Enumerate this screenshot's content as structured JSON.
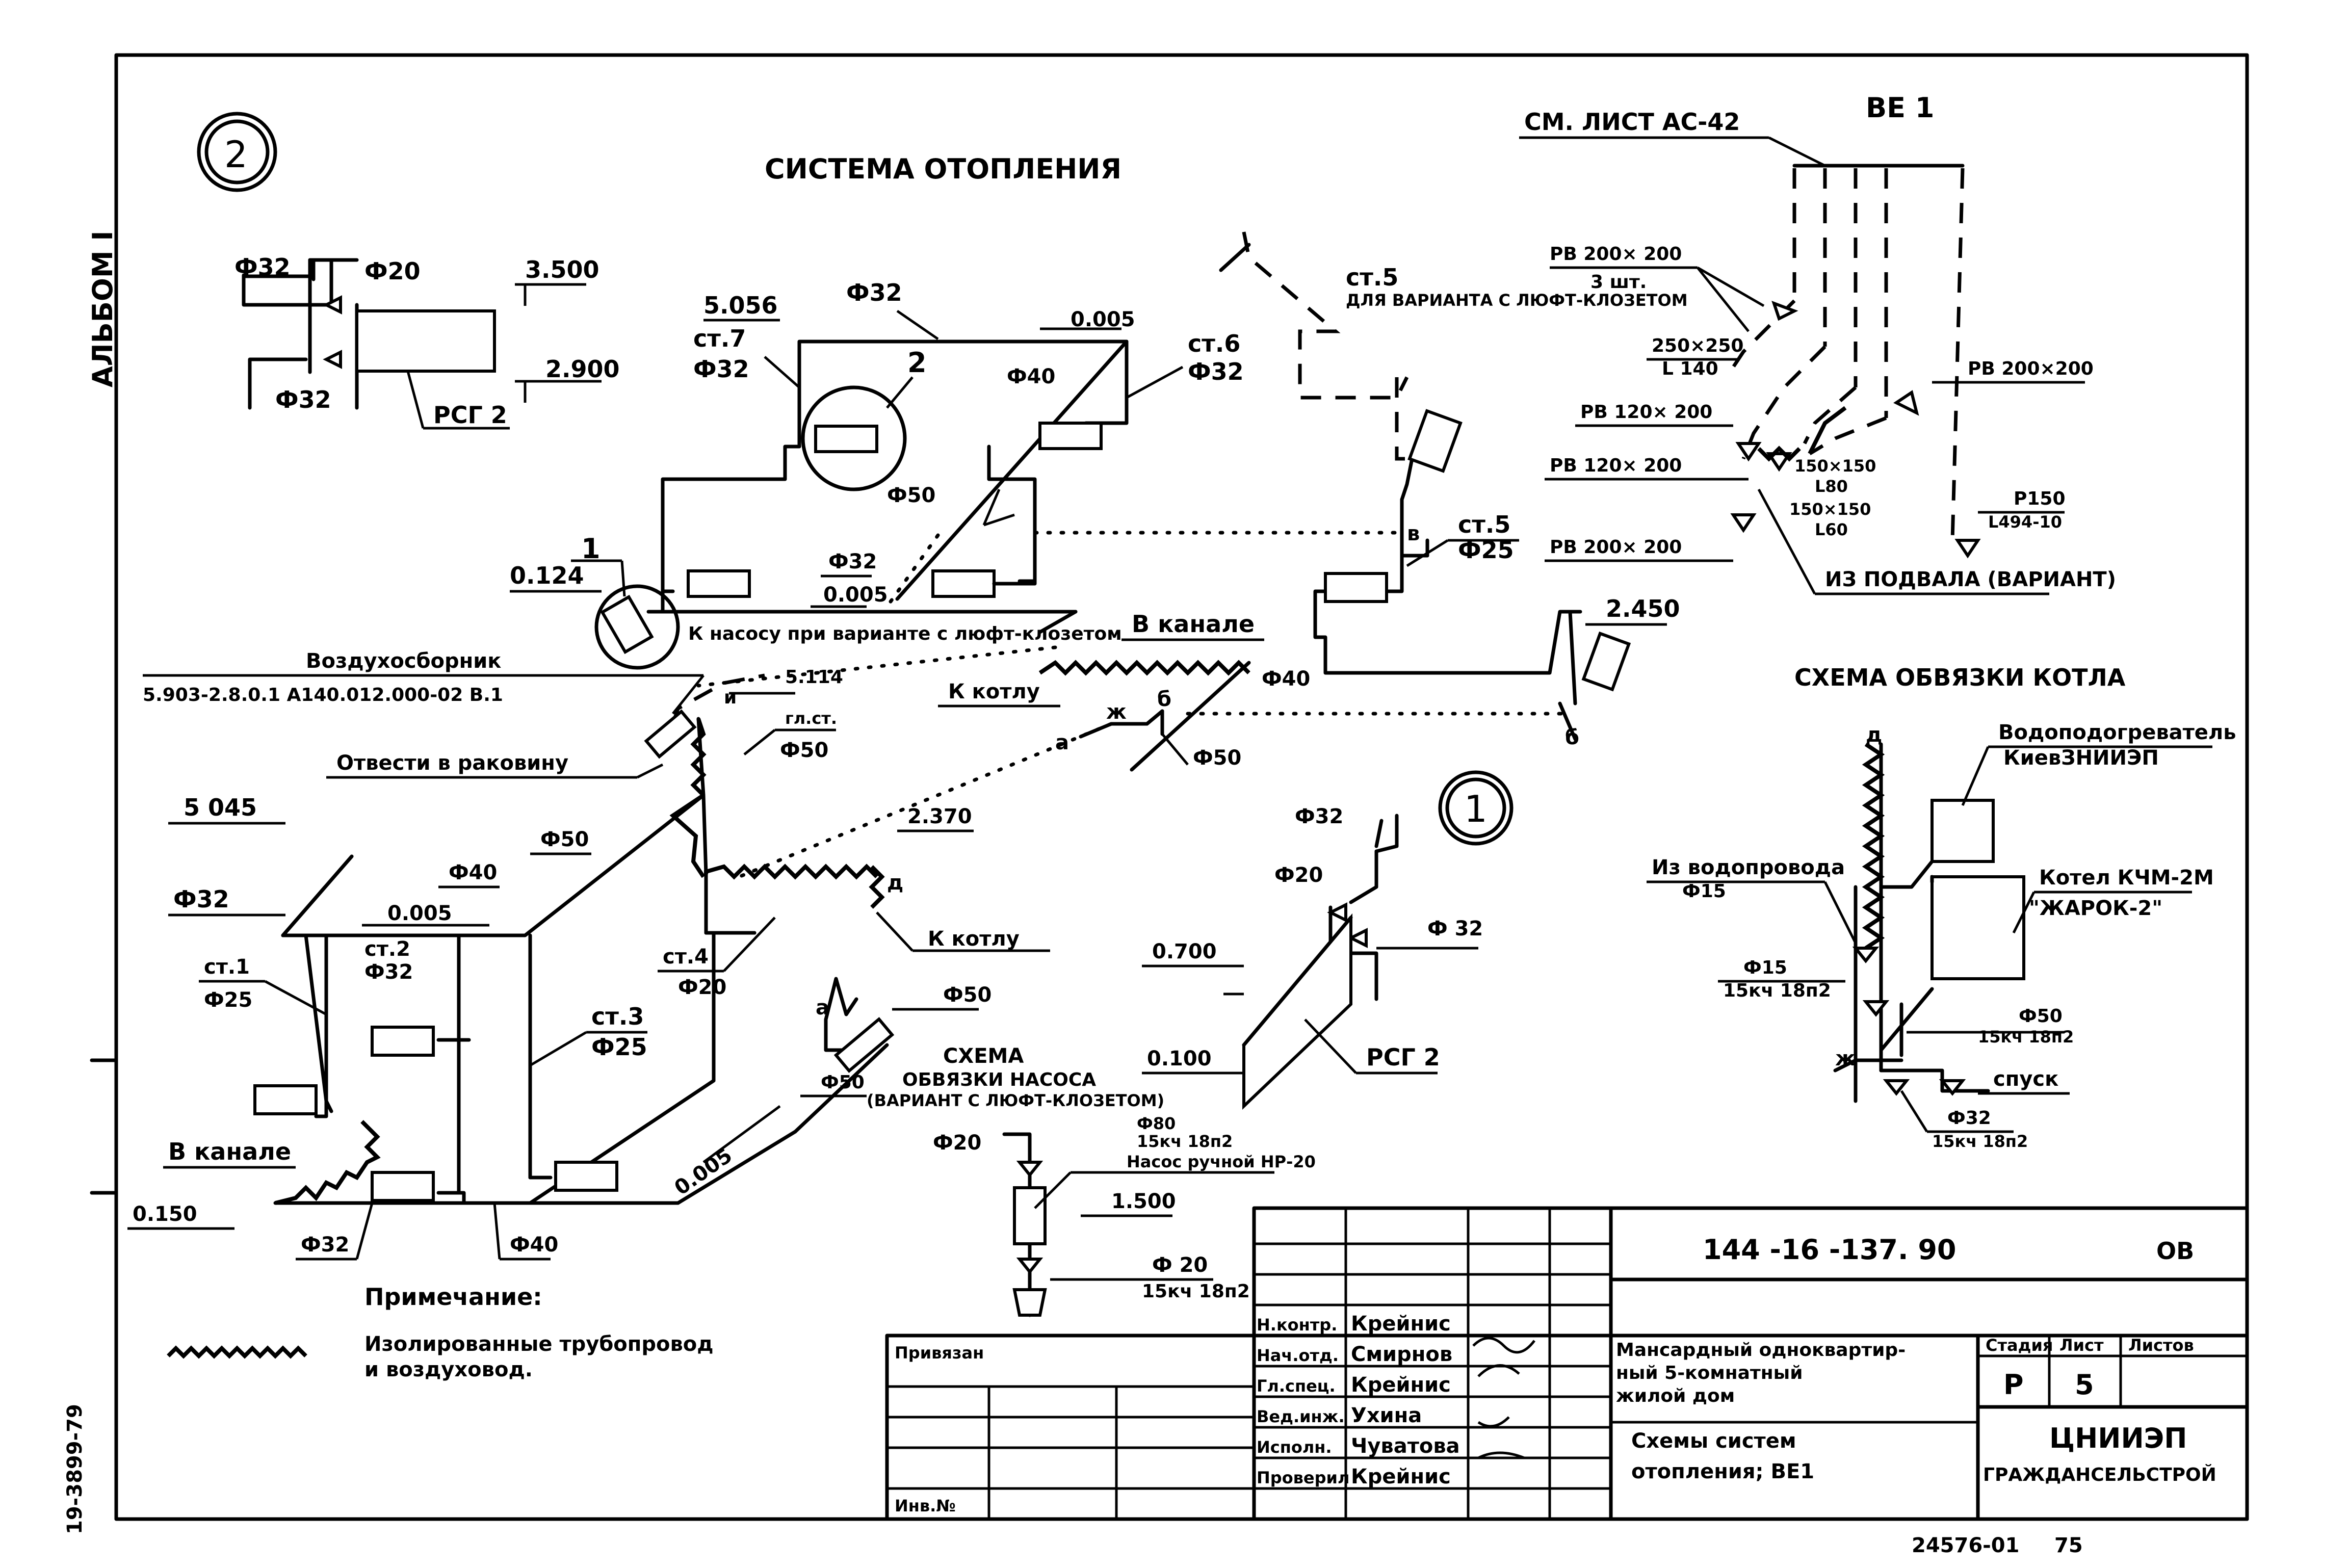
{
  "sheet_number": "2",
  "system_number": "1",
  "side_labels": {
    "album": "АЛЬБОМ I",
    "code": "19-3899-79"
  },
  "titles": {
    "heating": "СИСТЕМА ОТОПЛЕНИЯ",
    "ventilation": "ВЕ 1",
    "boiler_scheme": "СХЕМА ОБВЯЗКИ КОТЛА",
    "pump_scheme": "СХЕМА ОБВЯЗКИ НАСОСА (ВАРИАНТ С ЛЮФТ-КЛОЗЕТОМ)"
  },
  "labels": {
    "d32_a": "Ф32",
    "d20_a": "Ф20",
    "d32_b": "Ф32",
    "elev_3500": "3.500",
    "elev_2900": "2.900",
    "rsg2_a": "РСГ 2",
    "elev_5056": "5.056",
    "d32_top": "Ф32",
    "slope_top": "0.005",
    "st7": "ст.7",
    "st7_d": "Ф32",
    "node2": "2",
    "st6": "ст.6",
    "st6_d": "Ф32",
    "d40_top": "Ф40",
    "d50_mid": "Ф50",
    "node1": "1",
    "elev_0124": "0.124",
    "d32_mid": "Ф32",
    "slope_mid": "0.005",
    "to_pump": "К насосу при варианте с люфт-клозетом",
    "in_channel_top": "В канале",
    "d40_r": "Ф40",
    "to_boiler_a": "К котлу",
    "d50_r": "Ф50",
    "elev_5114": "5.114",
    "air_collector": "Воздухосборник",
    "air_collector_ref": "5.903-2.8.0.1  А140.012.000-02 В.1",
    "gl_st": "гл.ст.",
    "d50_gl": "Ф50",
    "to_sink": "Отвести в раковину",
    "elev_5045": "5 045",
    "d50_c": "Ф50",
    "d40_c": "Ф40",
    "slope_c": "0.005",
    "d32_l": "Ф32",
    "st2": "ст.2",
    "st2_d": "Ф32",
    "st1": "ст.1",
    "st1_d": "Ф25",
    "st3": "ст.3",
    "st3_d": "Ф25",
    "st4": "ст.4",
    "st4_d": "Ф20",
    "elev_2370": "2.370",
    "to_boiler_b": "К котлу",
    "d50_pump": "Ф50",
    "d50_pump_b": "Ф50",
    "slope_low": "0.005",
    "in_channel_low": "В канале",
    "elev_0150": "0.150",
    "d32_bottom": "Ф32",
    "d40_bottom": "Ф40",
    "st5_var": "ст.5",
    "st5_var_note": "ДЛЯ ВАРИАНТА С ЛЮФТ-КЛОЗЕТОМ",
    "st5": "ст.5",
    "st5_d": "Ф25",
    "elev_2450": "2.450",
    "d32_rsg": "Ф32",
    "d20_rsg": "Ф20",
    "d32_rsg_b": "Ф 32",
    "elev_0700": "0.700",
    "elev_0100": "0.100",
    "rsg2_b": "РСГ 2",
    "pump_d80": "Ф80",
    "pump_d20": "Ф20",
    "pump_valve": "15кч 18п2",
    "pump_name": "Насос ручной НР-20",
    "elev_1500": "1.500",
    "pump_d20_b": "Ф 20",
    "pump_valve_b": "15кч 18п2",
    "see_sheet": "СМ. ЛИСТ АС-42",
    "rb200_a": "РВ 200× 200",
    "qty3": "3 шт.",
    "g250": "250×250",
    "l140": "L 140",
    "rb200_b": "РВ 200×200",
    "rb120_a": "РВ 120× 200",
    "rb120_b": "РВ 120× 200",
    "g150_a": "150×150",
    "l80": "L80",
    "g150_b": "150×150",
    "l60": "L60",
    "rb200_c": "РВ 200× 200",
    "p150": "Р150",
    "l494": "L494-10",
    "from_basement": "ИЗ ПОДВАЛА (ВАРИАНТ)",
    "heater": "Водоподогреватель",
    "heater_org": "КиевЗНИИЭП",
    "boiler": "Котел КЧМ-2М",
    "boiler_name": "\"ЖАРОК-2\"",
    "from_water": "Из водопровода",
    "w_d15": "Ф15",
    "w_d15_b": "Ф15",
    "w_valve": "15кч 18п2",
    "w_d50": "Ф50",
    "w_valve_b": "15кч 18п2",
    "drain": "спуск",
    "w_d32": "Ф32",
    "w_valve_c": "15кч 18п2",
    "note_title": "Примечание:",
    "note_text_1": "Изолированные трубопровод",
    "note_text_2": "и воздуховод."
  },
  "title_block": {
    "doc_code": "144 -16 -137. 90",
    "mark": "ОВ",
    "bound_to": "Привязан",
    "inv": "Инв.№",
    "roles": [
      "Н.контр.",
      "Нач.отд.",
      "Гл.спец.",
      "Вед.инж.",
      "Исполн.",
      "Проверил"
    ],
    "names": [
      "Крейнис",
      "Смирнов",
      "Крейнис",
      "Ухина",
      "Чуватова",
      "Крейнис"
    ],
    "object_1": "Мансардный одноквартир-",
    "object_2": "ный 5-комнатный",
    "object_3": "жилой дом",
    "sheet_title_1": "Схемы систем",
    "sheet_title_2": "отопления; ВЕ1",
    "stage_h": "Стадия",
    "sheet_h": "Лист",
    "sheets_h": "Листов",
    "stage": "Р",
    "sheet": "5",
    "sheets": "",
    "org_1": "ЦНИИЭП",
    "org_2": "ГРАЖДАНСЕЛЬСТРОЙ",
    "footer_code": "24576-01",
    "footer_page": "75"
  }
}
